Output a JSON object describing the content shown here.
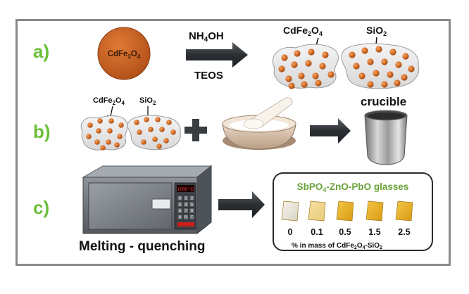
{
  "steps": {
    "a": {
      "label": "a)",
      "particle_label": "CdFe2O4",
      "reagent1": "NH4OH",
      "reagent2": "TEOS",
      "product_core": "CdFe2O4",
      "product_shell": "SiO2"
    },
    "b": {
      "label": "b)",
      "core": "CdFe2O4",
      "shell": "SiO2",
      "crucible": "crucible"
    },
    "c": {
      "label": "c)",
      "furnace_display": "1000 °C",
      "furnace_caption": "Melting - quenching",
      "keypad": [
        "0",
        "1",
        "2",
        "3",
        "4",
        "5",
        "6",
        "7",
        "8",
        "9",
        "R",
        "T"
      ],
      "glass_title": "SbPO4-ZnO-PbO glasses",
      "glass_values": [
        "0",
        "0.1",
        "0.5",
        "1.5",
        "2.5"
      ],
      "glass_unit": "% in mass of CdFe2O4-SiO2",
      "glass_unit_parts": [
        "%",
        "in mass of CdFe",
        "2",
        "O",
        "4",
        "-SiO",
        "2"
      ]
    }
  },
  "colors": {
    "step_label": "#6bbf3a",
    "particle": "#d2691e",
    "particle_dark": "#a8481a",
    "arrow": "#2f3337",
    "glass_title": "#6ba33a"
  }
}
